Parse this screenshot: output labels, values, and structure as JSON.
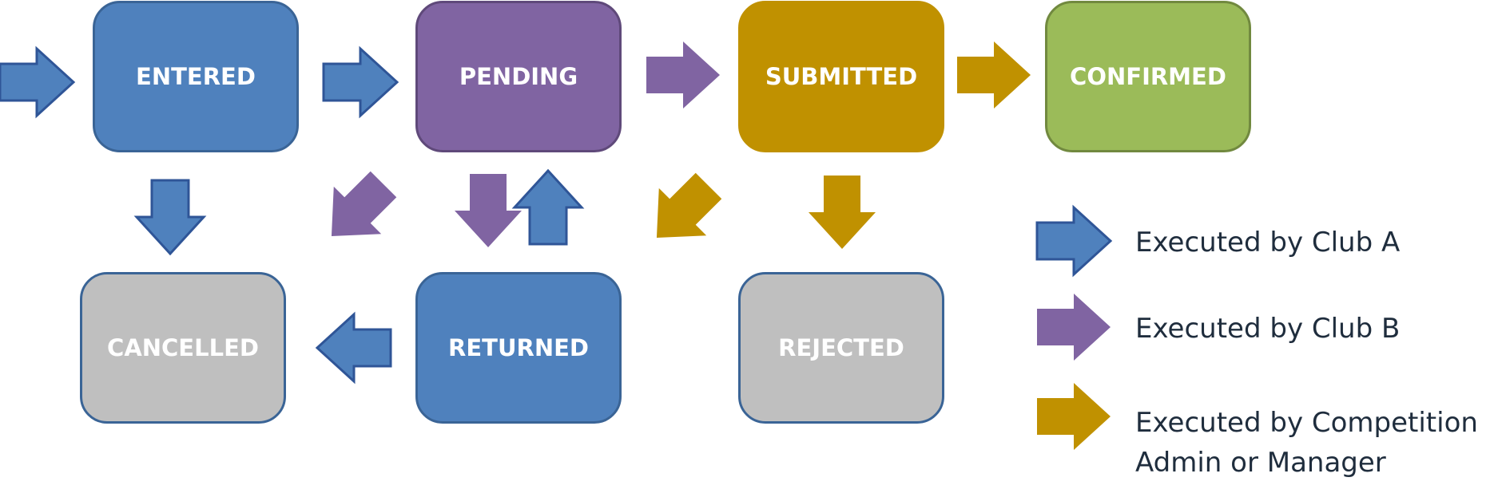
{
  "states": {
    "entered": "ENTERED",
    "pending": "PENDING",
    "submitted": "SUBMITTED",
    "confirmed": "CONFIRMED",
    "cancelled": "CANCELLED",
    "returned": "RETURNED",
    "rejected": "REJECTED"
  },
  "legend": {
    "club_a": "Executed by Club A",
    "club_b": "Executed by Club B",
    "admin_line1": "Executed by Competition",
    "admin_line2": "Admin or Manager"
  },
  "colors": {
    "club_a": "#4f81bd",
    "club_b": "#8064a2",
    "admin": "#c09100",
    "confirmed": "#9bbb59",
    "neutral": "#bfbfbf"
  },
  "arrows": [
    {
      "actor": "club_a",
      "from": "start",
      "to": "entered"
    },
    {
      "actor": "club_a",
      "from": "entered",
      "to": "pending"
    },
    {
      "actor": "club_b",
      "from": "pending",
      "to": "submitted"
    },
    {
      "actor": "admin",
      "from": "submitted",
      "to": "confirmed"
    },
    {
      "actor": "club_a",
      "from": "entered",
      "to": "cancelled"
    },
    {
      "actor": "club_b",
      "from": "pending",
      "to": "cancelled"
    },
    {
      "actor": "club_b",
      "from": "pending",
      "to": "returned"
    },
    {
      "actor": "club_a",
      "from": "returned",
      "to": "pending"
    },
    {
      "actor": "admin",
      "from": "submitted",
      "to": "returned"
    },
    {
      "actor": "admin",
      "from": "submitted",
      "to": "rejected"
    },
    {
      "actor": "club_a",
      "from": "returned",
      "to": "cancelled"
    }
  ]
}
